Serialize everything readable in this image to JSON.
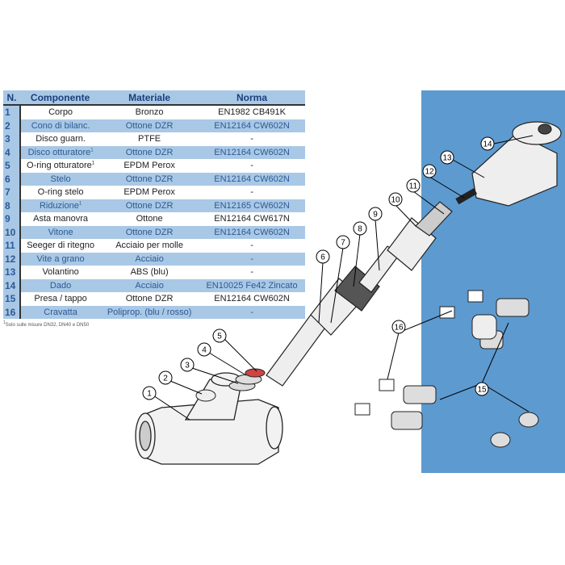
{
  "table": {
    "headers": [
      "N.",
      "Componente",
      "Materiale",
      "Norma"
    ],
    "rows": [
      {
        "n": "1",
        "componente": "Corpo",
        "sup": "",
        "materiale": "Bronzo",
        "norma": "EN1982 CB491K"
      },
      {
        "n": "2",
        "componente": "Cono di bilanc.",
        "sup": "",
        "materiale": "Ottone DZR",
        "norma": "EN12164 CW602N"
      },
      {
        "n": "3",
        "componente": "Disco guarn.",
        "sup": "",
        "materiale": "PTFE",
        "norma": "-"
      },
      {
        "n": "4",
        "componente": "Disco otturatore",
        "sup": "1",
        "materiale": "Ottone DZR",
        "norma": "EN12164 CW602N"
      },
      {
        "n": "5",
        "componente": "O-ring otturatore",
        "sup": "1",
        "materiale": "EPDM Perox",
        "norma": "-"
      },
      {
        "n": "6",
        "componente": "Stelo",
        "sup": "",
        "materiale": "Ottone DZR",
        "norma": "EN12164 CW602N"
      },
      {
        "n": "7",
        "componente": "O-ring stelo",
        "sup": "",
        "materiale": "EPDM Perox",
        "norma": "-"
      },
      {
        "n": "8",
        "componente": "Riduzione",
        "sup": "1",
        "materiale": "Ottone DZR",
        "norma": "EN12165 CW602N"
      },
      {
        "n": "9",
        "componente": "Asta manovra",
        "sup": "",
        "materiale": "Ottone",
        "norma": "EN12164 CW617N"
      },
      {
        "n": "10",
        "componente": "Vitone",
        "sup": "",
        "materiale": "Ottone DZR",
        "norma": "EN12164 CW602N"
      },
      {
        "n": "11",
        "componente": "Seeger di ritegno",
        "sup": "",
        "materiale": "Acciaio per molle",
        "norma": "-"
      },
      {
        "n": "12",
        "componente": "Vite a grano",
        "sup": "",
        "materiale": "Acciaio",
        "norma": "-"
      },
      {
        "n": "13",
        "componente": "Volantino",
        "sup": "",
        "materiale": "ABS (blu)",
        "norma": "-"
      },
      {
        "n": "14",
        "componente": "Dado",
        "sup": "",
        "materiale": "Acciaio",
        "norma": "EN10025 Fe42 Zincato"
      },
      {
        "n": "15",
        "componente": "Presa / tappo",
        "sup": "",
        "materiale": "Ottone DZR",
        "norma": "EN12164 CW602N"
      },
      {
        "n": "16",
        "componente": "Cravatta",
        "sup": "",
        "materiale": "Poliprop. (blu / rosso)",
        "norma": "-"
      }
    ]
  },
  "footnote": "Solo sulle misure DN32, DN40 e DN50",
  "callouts": [
    "1",
    "2",
    "3",
    "4",
    "5",
    "6",
    "7",
    "8",
    "9",
    "10",
    "11",
    "12",
    "13",
    "14",
    "15",
    "16"
  ],
  "colors": {
    "panel": "#5d9ad0",
    "row_blue": "#a9c8e6"
  }
}
